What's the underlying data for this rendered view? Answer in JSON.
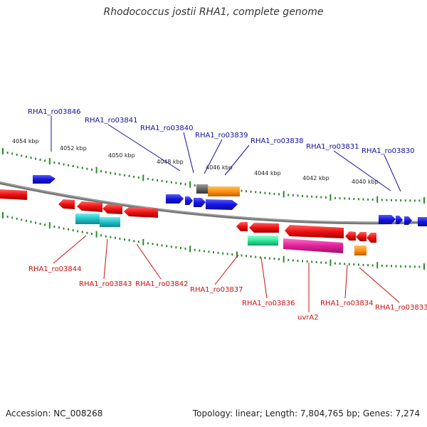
{
  "title": "Rhodococcus jostii RHA1, complete genome",
  "footer": {
    "accession": "Accession: NC_008268",
    "summary": "Topology: linear; Length: 7,804,765 bp; Genes: 7,274"
  },
  "colors": {
    "backbone": "#777777",
    "tick": "#2a8a2a",
    "forward_label": "#1010a0",
    "reverse_label": "#cc1010",
    "forward_gene": "#1010dd",
    "reverse_gene": "#ee1111",
    "cyan": "#20c8c8",
    "green": "#30e89a",
    "magenta": "#e0209a",
    "orange": "#ff9010",
    "gray": "#666666"
  },
  "scale": {
    "labels": [
      "4054 kbp",
      "4052 kbp",
      "4050 kbp",
      "4048 kbp",
      "4046 kbp",
      "4044 kbp",
      "4042 kbp",
      "4040 kbp"
    ]
  },
  "forward_labels": [
    "RHA1_ro03846",
    "RHA1_ro03841",
    "RHA1_ro03840",
    "RHA1_ro03839",
    "RHA1_ro03838",
    "RHA1_ro03831",
    "RHA1_ro03830"
  ],
  "reverse_labels": [
    "RHA1_ro03844",
    "RHA1_ro03843",
    "RHA1_ro03842",
    "RHA1_ro03837",
    "RHA1_ro03836",
    "uvrA2",
    "RHA1_ro03834",
    "RHA1_ro03833"
  ]
}
